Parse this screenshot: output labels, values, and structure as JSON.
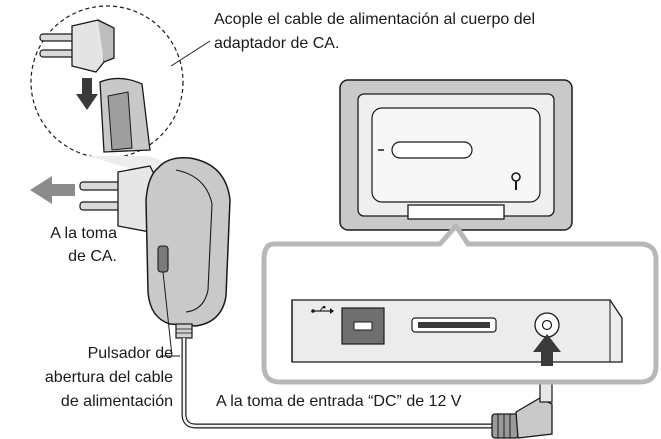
{
  "labels": {
    "attach_line1": "Acople el cable de alimentación al cuerpo del",
    "attach_line2": "adaptador de CA.",
    "ac_line1": "A la toma",
    "ac_line2": "de CA.",
    "release_line1": "Pulsador de",
    "release_line2": "abertura del cable",
    "release_line3": "de alimentación",
    "dc_input": "A la toma de entrada “DC” de 12 V"
  },
  "icons": [
    "usb-symbol-icon",
    "keyhole-icon",
    "arrow-left-icon",
    "arrow-up-icon",
    "arrow-down-icon"
  ],
  "colors": {
    "line": "#1a1a1a",
    "gray_fill": "#c9c9c9",
    "light_fill": "#ececec",
    "callout_border": "#b8b8b8",
    "arrow_gray": "#8c8c8c"
  }
}
